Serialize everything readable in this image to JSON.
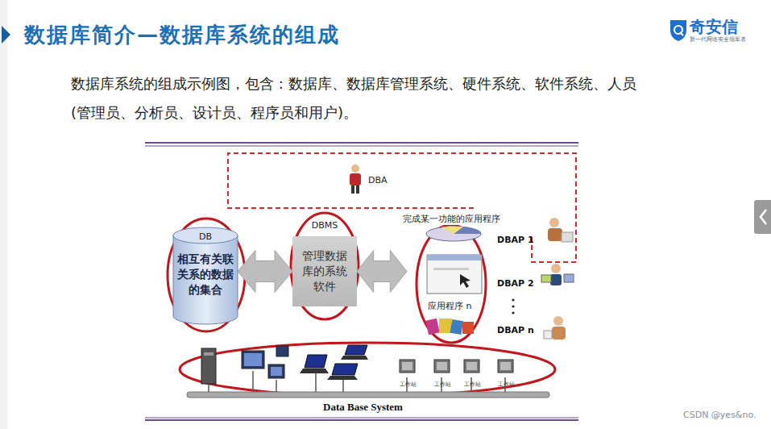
{
  "diagram": {
    "title": "数据库简介—数据库系统的组成",
    "nodes": [
      {
        "text": [
          "DB",
          "相互有关联关系的数据的集合"
        ]
      },
      {
        "text": [
          "DBMS",
          "管理数据库的系统软件"
        ]
      },
      {
        "text": [
          "完成某一功能的应用程序",
          "应用程序 n"
        ]
      }
    ],
    "edges": [
      {
        "from": 0,
        "to": 1,
        "arrow": "both"
      },
      {
        "from": 1,
        "to": 2,
        "arrow": "both"
      }
    ],
    "labels": [
      "奇安信",
      "新一代网络安全领军者",
      "数据库系统的组成示例图，包含 : 数据库、数据库管理系统、硬件系统、软件系统、人员(管理员、分析员、设计员、程序员和用户)。",
      "DBA",
      "DBAP 1",
      "DBAP 2",
      "DBAP n",
      "工作站",
      "工作站",
      "工作站",
      "工作站",
      "Data Base System",
      "CSDN @yes&no."
    ]
  }
}
